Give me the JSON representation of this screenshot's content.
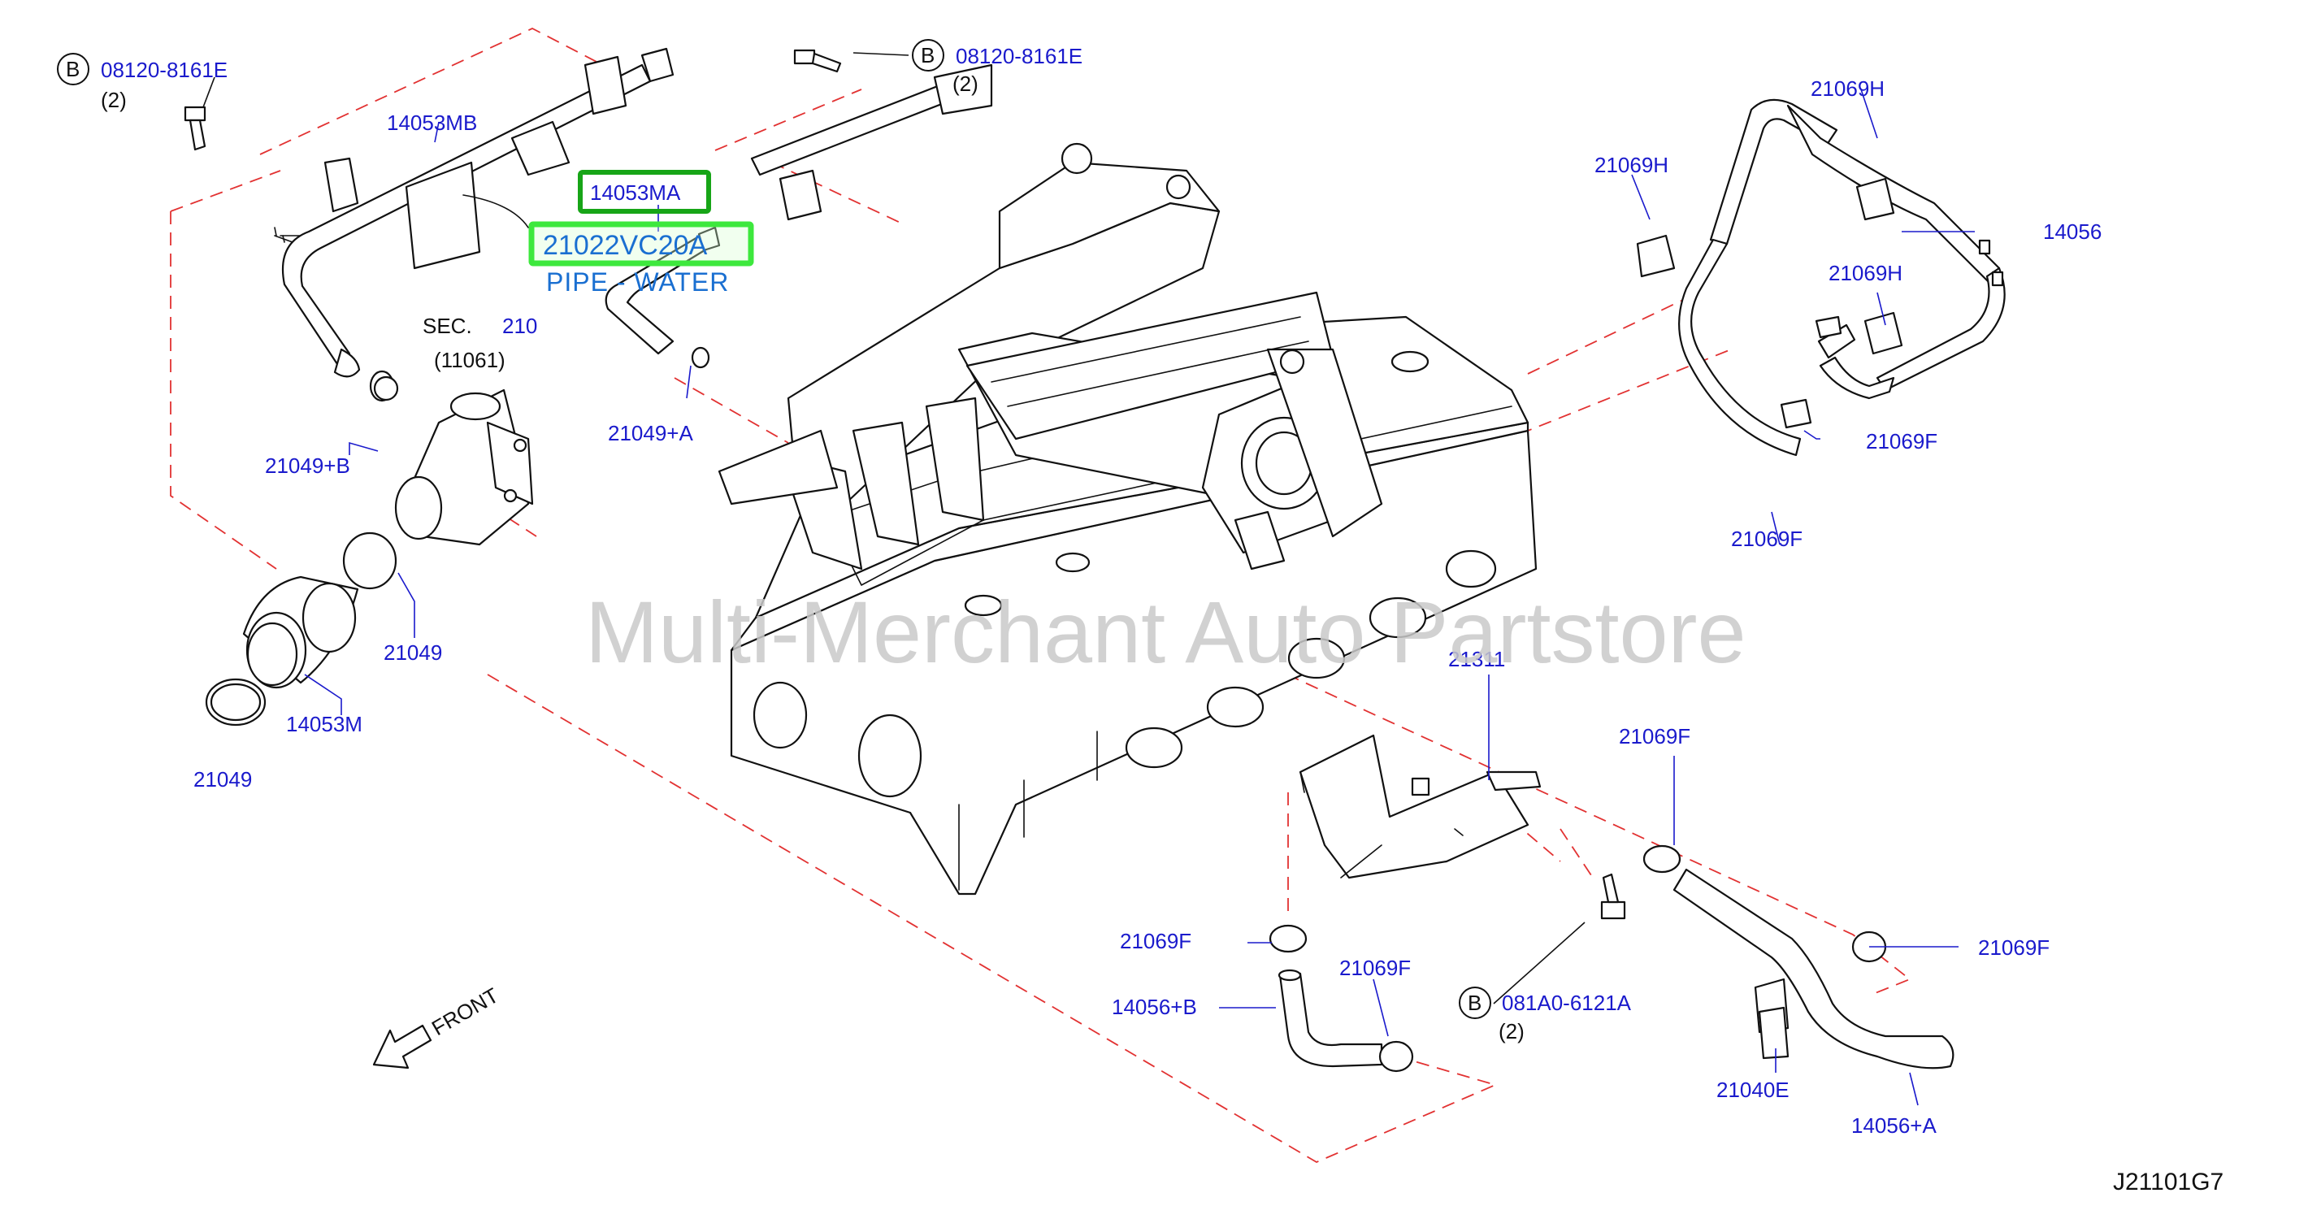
{
  "diagram_code": "J21101G7",
  "watermark": "Multi-Merchant Auto Partstore",
  "bolt_callouts": [
    {
      "letter": "B",
      "part": "08120-8161E",
      "qty": "(2)"
    },
    {
      "letter": "B",
      "part": "08120-8161E",
      "qty": "(2)"
    },
    {
      "letter": "B",
      "part": "081A0-6121A",
      "qty": "(2)"
    }
  ],
  "section_ref": {
    "prefix": "SEC.",
    "number": "210",
    "sub": "(11061)"
  },
  "highlight": {
    "upper": "14053MA",
    "lower": "21022VC20A",
    "description": "PIPE - WATER"
  },
  "front_label": "FRONT",
  "labels": {
    "p14053MB": "14053MB",
    "p21049B": "21049+B",
    "p21049A": "21049+A",
    "p21049_1": "21049",
    "p21049_2": "21049",
    "p14053M": "14053M",
    "p21069H_1": "21069H",
    "p21069H_2": "21069H",
    "p21069H_3": "21069H",
    "p14056": "14056",
    "p21069F_1": "21069F",
    "p21069F_2": "21069F",
    "p21311": "21311",
    "p21069F_3": "21069F",
    "p21069F_4": "21069F",
    "p21069F_5": "21069F",
    "p21069F_6": "21069F",
    "p14056B": "14056+B",
    "p21040E": "21040E",
    "p14056A": "14056+A"
  }
}
